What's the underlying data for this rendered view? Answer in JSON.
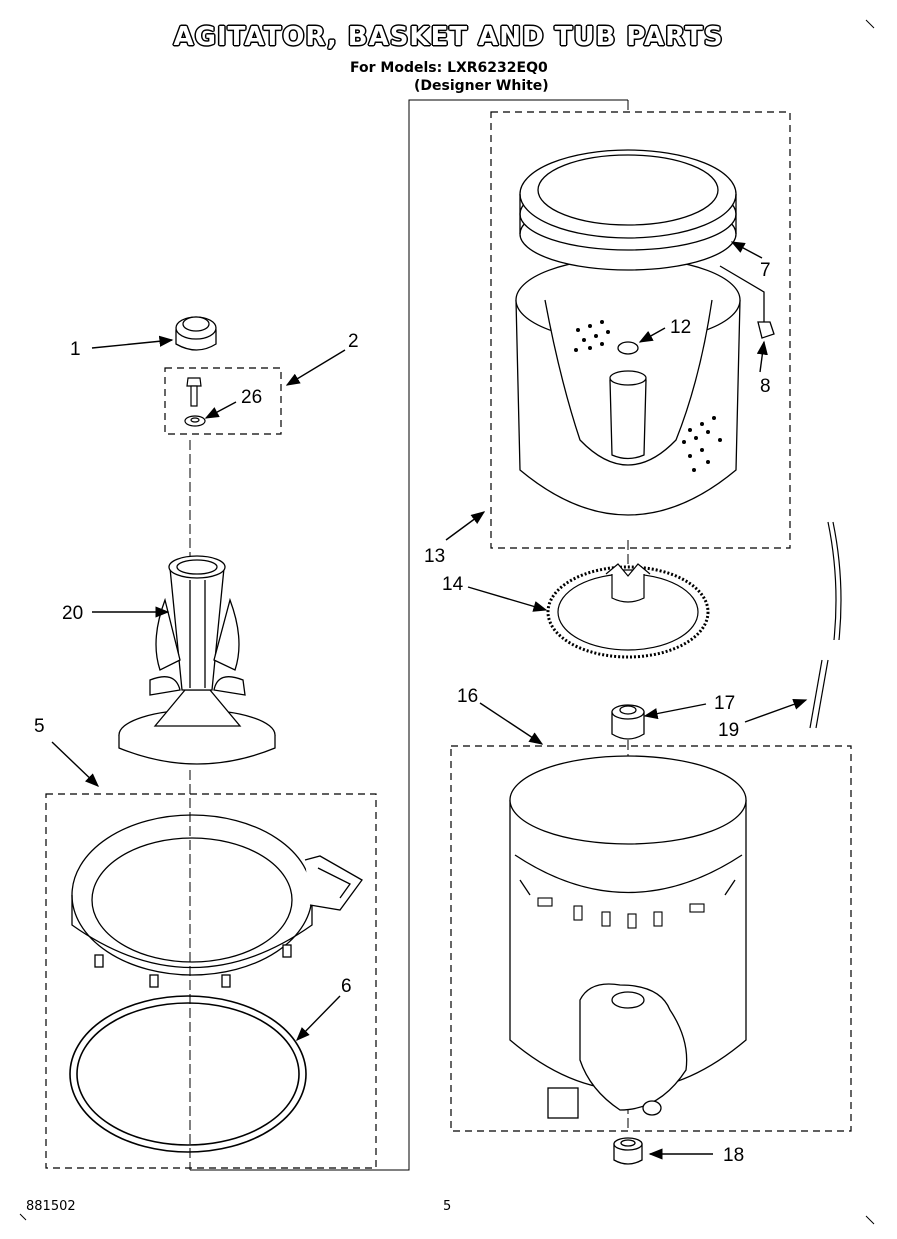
{
  "header": {
    "title": "AGITATOR, BASKET AND TUB PARTS",
    "models_line": "For Models: LXR6232EQ0",
    "variant_line": "(Designer White)"
  },
  "footer": {
    "doc_code": "881502",
    "page_number": "5"
  },
  "callouts": {
    "p1": "1",
    "p2": "2",
    "p26": "26",
    "p20": "20",
    "p5": "5",
    "p6": "6",
    "p7": "7",
    "p8": "8",
    "p12": "12",
    "p13": "13",
    "p14": "14",
    "p16": "16",
    "p17": "17",
    "p18": "18",
    "p19": "19"
  }
}
